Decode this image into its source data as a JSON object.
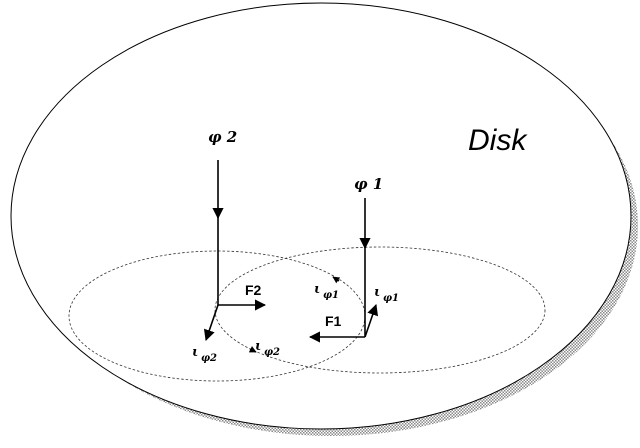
{
  "labels": {
    "disk": "Disk",
    "phi1": "φ 1",
    "phi2": "φ 2",
    "f1": "F1",
    "f2": "F2",
    "iota_phi1_a": "ι",
    "iota_phi1_a_sub": "φ1",
    "iota_phi1_b": "ι",
    "iota_phi1_b_sub": "φ1",
    "iota_phi2_a": "ι",
    "iota_phi2_a_sub": "φ2",
    "iota_phi2_b": "ι",
    "iota_phi2_b_sub": "φ2"
  },
  "colors": {
    "stroke": "#000000",
    "fill": "#ffffff",
    "shadow": "#9a9a9a"
  }
}
